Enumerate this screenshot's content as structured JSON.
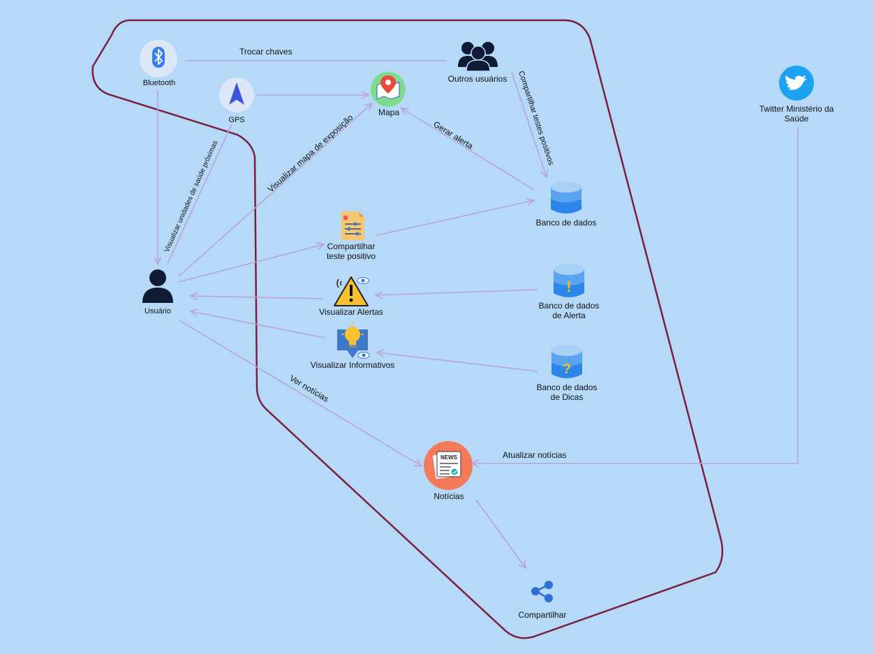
{
  "colors": {
    "background": "#b5d9f7",
    "boundary": "#7a1f3e",
    "edge": "#b9a3db",
    "icon_dark": "#111a33",
    "database_blue": "#2c86ea",
    "news_orange": "#f47a5a",
    "twitter_blue": "#1da1f2"
  },
  "nodes": {
    "bluetooth": {
      "label": "Bluetooth",
      "icon": "bluetooth-icon"
    },
    "gps": {
      "label": "GPS",
      "icon": "navigation-arrow-icon"
    },
    "mapa": {
      "label": "Mapa",
      "icon": "map-pin-icon"
    },
    "outros_usuarios": {
      "label": "Outros usuários",
      "icon": "users-group-icon"
    },
    "twitter": {
      "label_line1": "Twitter Ministério da",
      "label_line2": "Saúde",
      "icon": "twitter-bird-icon"
    },
    "banco_dados": {
      "label": "Banco de dados",
      "icon": "database-icon"
    },
    "compartilhar_teste": {
      "label_line1": "Compartilhar",
      "label_line2": "teste positivo",
      "icon": "document-form-icon"
    },
    "usuario": {
      "label": "Usuário",
      "icon": "user-icon"
    },
    "visualizar_alertas": {
      "label": "Visualizar Alertas",
      "icon": "warning-eye-icon"
    },
    "banco_alerta": {
      "label_line1": "Banco de dados",
      "label_line2": "de Alerta",
      "icon": "database-alert-icon"
    },
    "visualizar_informativos": {
      "label": "Visualizar Informativos",
      "icon": "lightbulb-eye-icon"
    },
    "banco_dicas": {
      "label_line1": "Banco de dados",
      "label_line2": "de Dicas",
      "icon": "database-question-icon"
    },
    "noticias": {
      "label": "Notícias",
      "icon": "newspaper-icon"
    },
    "compartilhar": {
      "label": "Compartilhar",
      "icon": "share-icon"
    }
  },
  "icon_text": {
    "news": "NEWS",
    "alert_mark": "!",
    "question_mark": "?"
  },
  "edges": {
    "trocar_chaves": "Trocar chaves",
    "compartilhar_testes_positivos": "Compartilhar testes positivos",
    "gerar_alerta": "Gerar alerta",
    "visualizar_mapa_exposicao": "Visualizar mapa de exposição",
    "visualizar_unidades_saude": "Visualizar unidades de saúde próximas",
    "ver_noticias": "Ver notícias",
    "atualizar_noticias": "Atualizar notícias"
  }
}
